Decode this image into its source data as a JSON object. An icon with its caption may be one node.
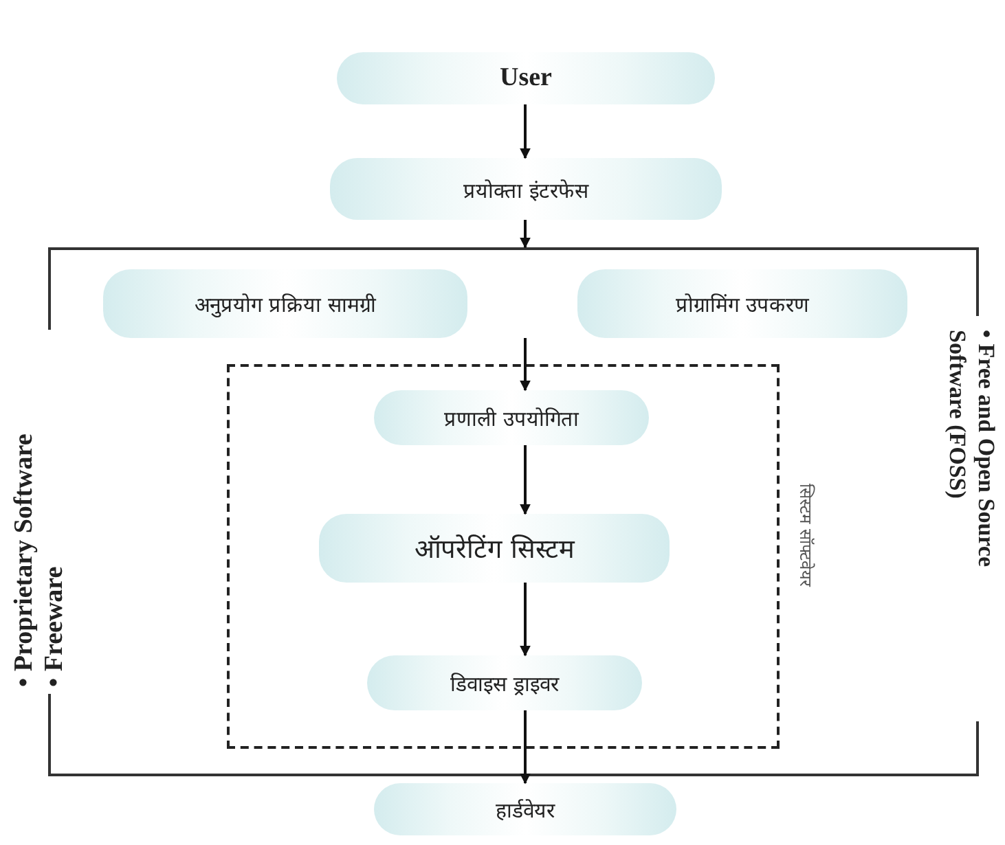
{
  "diagram": {
    "nodes": [
      {
        "text": [
          "User"
        ]
      },
      {
        "text": [
          "प्रयोक्ता इंटरफेस"
        ]
      },
      {
        "text": [],
        "shape": "box",
        "beside": [
          "• Proprietary Software",
          "• Freeware",
          "• Free and Open Source Software (FOSS)"
        ]
      },
      {
        "text": [
          "अनुप्रयोग प्रक्रिया सामग्री"
        ],
        "in": 2
      },
      {
        "text": [
          "प्रोग्रामिंग उपकरण"
        ],
        "in": 2
      },
      {
        "text": [
          "सिस्टम सॉफ्टवेयर"
        ],
        "in": 2
      },
      {
        "text": [
          "प्रणाली उपयोगिता"
        ],
        "in": 5
      },
      {
        "text": [
          "ऑपरेटिंग सिस्टम"
        ],
        "in": 5
      },
      {
        "text": [
          "डिवाइस ड्राइवर"
        ],
        "in": 5
      },
      {
        "text": [
          "हार्डवेयर"
        ]
      }
    ],
    "edges": [
      {
        "from": 0,
        "to": 1,
        "arrow": "to"
      },
      {
        "from": 1,
        "to": 2,
        "arrow": "to"
      },
      {
        "from": null,
        "to": 6,
        "arrow": "to"
      },
      {
        "from": 6,
        "to": 7,
        "arrow": "to"
      },
      {
        "from": 7,
        "to": 8,
        "arrow": "to"
      },
      {
        "from": 8,
        "to": 9,
        "arrow": "to"
      }
    ]
  }
}
